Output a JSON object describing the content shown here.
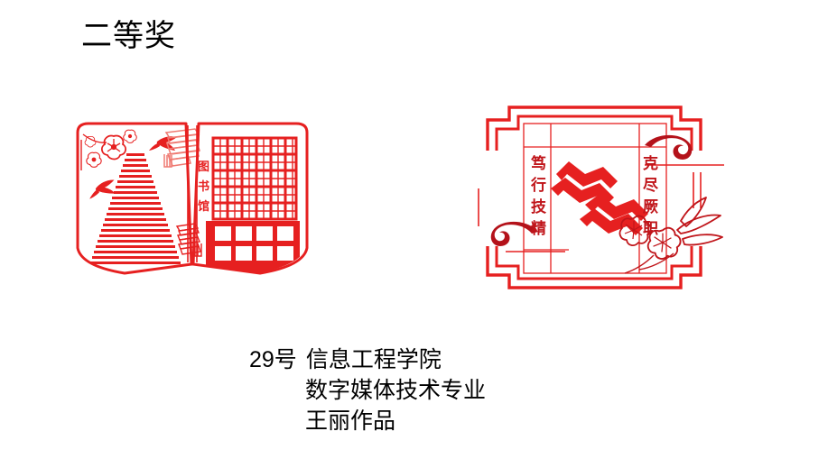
{
  "slide": {
    "background_color": "#ffffff",
    "title": "二等奖"
  },
  "colors": {
    "ink_black": "#000000",
    "papercut_red": "#e62020",
    "papercut_red_dark": "#c0151a",
    "papercut_red_light": "#ef7a72",
    "white": "#ffffff"
  },
  "artwork_left": {
    "name": "open-book-library-papercut",
    "description": "红色剪纸风格：翻开的书本，左页有樱花、飞鸽与阶梯，右页为图书馆大楼",
    "vertical_label": "图书馆",
    "vertical_label_chars": [
      "图",
      "书",
      "馆"
    ],
    "elements": [
      "open-book",
      "cherry-blossom",
      "dove",
      "staircase",
      "book-stack-top",
      "book-stack-bottom",
      "library-building"
    ]
  },
  "artwork_right": {
    "name": "framed-couplet-papercut",
    "description": "红色剪纸风格：回纹边框内竖排对联、祥云与花卉",
    "couplet_left": "笃行技精",
    "couplet_left_chars": [
      "笃",
      "行",
      "技",
      "精"
    ],
    "couplet_right": "克尽厥职",
    "couplet_right_chars": [
      "克",
      "尽",
      "厥",
      "职"
    ],
    "elements": [
      "stepped-frame",
      "cloud-swirl-top",
      "cloud-swirl-bottom",
      "zigzag-ribbon",
      "flower-cluster"
    ]
  },
  "caption": {
    "number": "29号",
    "line_1_text": "信息工程学院",
    "line_2": "数字媒体技术专业",
    "line_3": "王丽作品"
  }
}
